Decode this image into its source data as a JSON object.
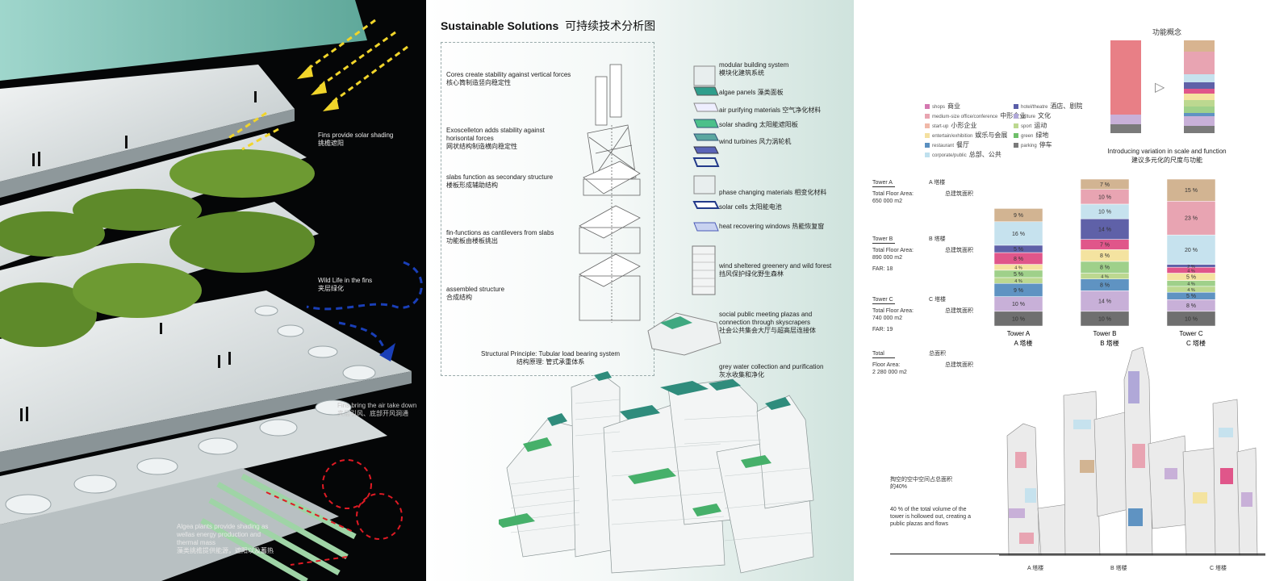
{
  "left_panel": {
    "labels": {
      "fins": {
        "en": "Fins provide solar shading",
        "cn": "挑檐遮阳"
      },
      "wildlife": {
        "en": "Wild Life in the fins",
        "cn": "夹层绿化"
      },
      "wind": {
        "en": "Fins bring the air take down",
        "cn": "夹层引风、底部开风洞通"
      },
      "algae": {
        "en": "Algea plants provide shading as wellas energy production and thermal mass",
        "cn": "藻类挑檐提供能源，遮阳以及蓄热"
      }
    }
  },
  "mid_panel": {
    "title_en": "Sustainable Solutions",
    "title_cn": "可持续技术分析图",
    "structure_steps": [
      {
        "en": "Cores create stability against   vertical forces",
        "cn": "核心筒制造竖向稳定性"
      },
      {
        "en": "Exoscelleton adds stability against horisontal forces",
        "cn": "网状结构制造横向稳定性"
      },
      {
        "en": "slabs function as secondary structure",
        "cn": "楼板形成辅助结构"
      },
      {
        "en": "fin-functions as cantilevers from slabs",
        "cn": "功能板由楼板挑出"
      },
      {
        "en": "assembled structure",
        "cn": "合成结构"
      }
    ],
    "structure_caption": {
      "en": "Structural Principle: Tubular load bearing system",
      "cn": "结构原理: 管式承重体系"
    },
    "system_items": [
      {
        "en": "modular building system",
        "cn": "模块化建筑系统"
      },
      {
        "en": "algae panels",
        "cn": "藻类面板"
      },
      {
        "en": "air purifying materials",
        "cn": "空气净化材料"
      },
      {
        "en": "solar shading",
        "cn": "太阳能遮阳板"
      },
      {
        "en": "wind turbines",
        "cn": "风力涡轮机"
      },
      {
        "en": "phase changing materials",
        "cn": "相变化材料"
      },
      {
        "en": "solar cells",
        "cn": "太阳能电池"
      },
      {
        "en": "heat recovering windows",
        "cn": "热能恢复窗"
      },
      {
        "en": "wind sheltered greenery and wild forest",
        "cn": "挡风保护绿化野生森林"
      },
      {
        "en": "social public meeting plazas and connection through skyscrapers",
        "cn": "社会公共集会大厅与超高层连接体"
      },
      {
        "en": "grey water collection and purification",
        "cn": "灰水收集和净化"
      }
    ]
  },
  "right_panel": {
    "concept_title": "功能概念",
    "concept_caption_en": "Introducing variation in scale and function",
    "concept_caption_cn": "建议多元化的尺度与功能",
    "legend": [
      {
        "en": "shops",
        "cn": "商业",
        "color": "#d478b0"
      },
      {
        "en": "medium-size office/conference",
        "cn": "中形企业",
        "color": "#e8a4b0"
      },
      {
        "en": "start-up",
        "cn": "小形企业",
        "color": "#f0b8a8"
      },
      {
        "en": "entertain/exhibition",
        "cn": "娱乐与会展",
        "color": "#f4e0a0"
      },
      {
        "en": "restaurant",
        "cn": "餐厅",
        "color": "#5a8fc0"
      },
      {
        "en": "corporate/public",
        "cn": "总部、公共",
        "color": "#bfe0ee"
      },
      {
        "en": "hotel/theatre",
        "cn": "酒店、剧院",
        "color": "#5a5ea8"
      },
      {
        "en": "culture",
        "cn": "文化",
        "color": "#b0a8d8"
      },
      {
        "en": "sport",
        "cn": "运动",
        "color": "#bcd890"
      },
      {
        "en": "green",
        "cn": "绿地",
        "color": "#6fbf6a"
      },
      {
        "en": "parking",
        "cn": "停车",
        "color": "#7a7a7a"
      }
    ],
    "towers": [
      {
        "title_en": "Tower A",
        "title_cn": "A 塔楼",
        "area_label": "Total Floor Area:",
        "area_label_cn": "总建筑面积",
        "area": "650 000 m2",
        "far": ""
      },
      {
        "title_en": "Tower B",
        "title_cn": "B 塔楼",
        "area_label": "Total Floor Area:",
        "area_label_cn": "总建筑面积",
        "area": "890 000 m2",
        "far": "FAR: 18"
      },
      {
        "title_en": "Tower C",
        "title_cn": "C 塔楼",
        "area_label": "Total Floor Area:",
        "area_label_cn": "总建筑面积",
        "area": "740 000 m2",
        "far": "FAR: 19"
      },
      {
        "title_en": "Total",
        "title_cn": "总面积",
        "area_label": "Floor Area:",
        "area_label_cn": "总建筑面积",
        "area": "2 280 000 m2",
        "far": ""
      }
    ],
    "hollow_note_cn": "掏空的空中空间占总面积的40%",
    "hollow_note_en": "40 % of the total volume of the tower is hollowed out, creating a public plazas and flows",
    "bottom_labels": [
      "A 塔楼",
      "B 塔楼",
      "C 塔楼"
    ]
  },
  "chart_data": {
    "type": "bar",
    "stacked": true,
    "categories": [
      "Tower A",
      "Tower B",
      "Tower C"
    ],
    "category_labels_cn": [
      "A 塔楼",
      "B 塔楼",
      "C 塔楼"
    ],
    "series": [
      {
        "name": "parking",
        "color": "#6f6f6f",
        "values": [
          10,
          10,
          10
        ]
      },
      {
        "name": "culture",
        "color": "#c8b0d8",
        "values": [
          10,
          14,
          8
        ]
      },
      {
        "name": "restaurant",
        "color": "#5f93c2",
        "values": [
          9,
          8,
          5
        ]
      },
      {
        "name": "sport",
        "color": "#bcd890",
        "values": [
          4,
          4,
          4
        ]
      },
      {
        "name": "green",
        "color": "#9fd08a",
        "values": [
          5,
          8,
          4
        ]
      },
      {
        "name": "entertain/exhibition",
        "color": "#f4e3a0",
        "values": [
          4,
          8,
          5
        ]
      },
      {
        "name": "shops",
        "color": "#e0568a",
        "values": [
          8,
          7,
          4
        ]
      },
      {
        "name": "hotel/theatre",
        "color": "#5f61a8",
        "values": [
          5,
          14,
          2
        ]
      },
      {
        "name": "corporate/public",
        "color": "#c6e2ee",
        "values": [
          16,
          10,
          20
        ]
      },
      {
        "name": "medium-size office/conference",
        "color": "#e8a4b2",
        "values": [
          0,
          10,
          23
        ]
      },
      {
        "name": "start-up",
        "color": "#d2b492",
        "values": [
          9,
          7,
          15
        ]
      }
    ],
    "printed_labels": {
      "Tower A": [
        "10 %",
        "10 %",
        "9 %",
        "4 %",
        "5 %",
        "4 %",
        "8 %",
        "5 %",
        "16 %",
        "",
        "9 %"
      ],
      "Tower B": [
        "10 %",
        "14 %",
        "8 %",
        "4 %",
        "8 %",
        "8 %",
        "7 %",
        "14 %",
        "10 %",
        "10 %",
        "7 %"
      ],
      "Tower C": [
        "10 %",
        "8 %",
        "5 %",
        "4 %",
        "4 %",
        "5 %",
        "4 %",
        "2 %",
        "20 %",
        "23 %",
        "15 %"
      ]
    },
    "ylim": [
      0,
      100
    ]
  }
}
